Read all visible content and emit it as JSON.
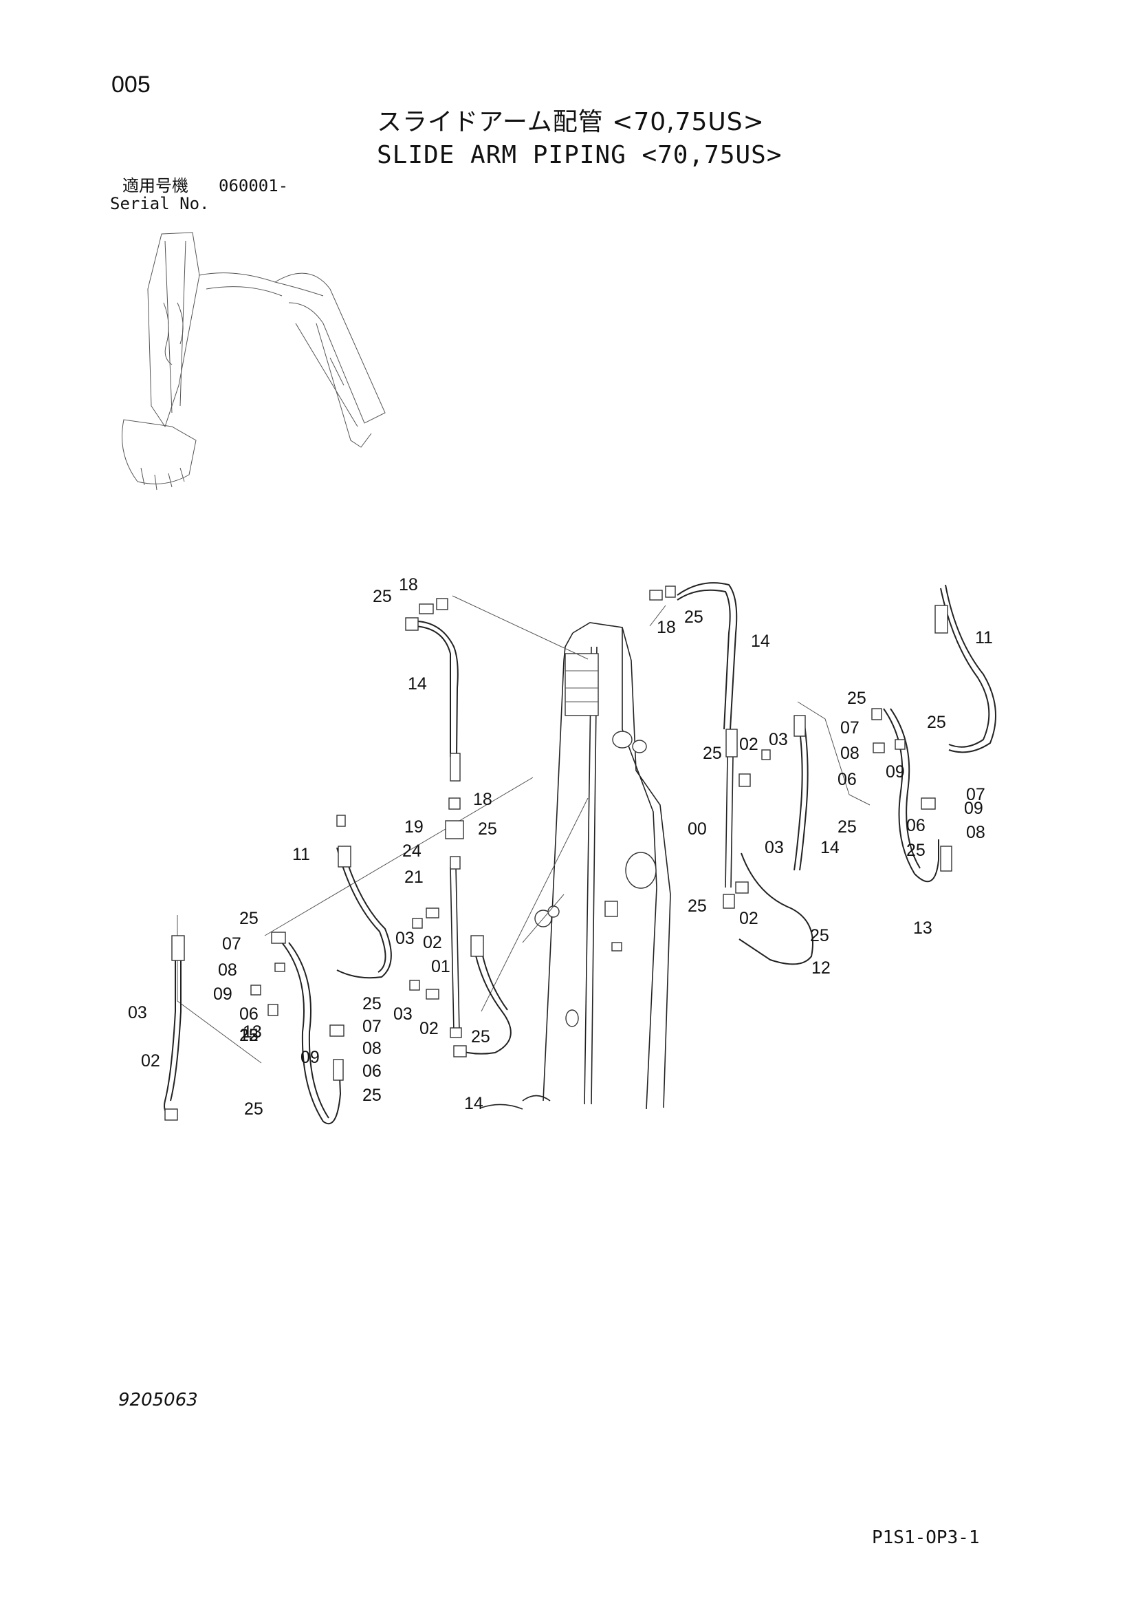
{
  "header": {
    "page_number": "005",
    "title_ja": "スライドアーム配管 <70,75US>",
    "title_en": "SLIDE ARM PIPING <70,75US>",
    "serial_label_ja": "適用号機",
    "serial_value": "060001-",
    "serial_label_en": "Serial No."
  },
  "footer": {
    "drawing_number": "9205063",
    "page_code": "P1S1-OP3-1"
  },
  "callouts": [
    "18",
    "25",
    "25",
    "18",
    "14",
    "14",
    "25",
    "07",
    "08",
    "09",
    "06",
    "25",
    "09",
    "08",
    "06",
    "07",
    "25",
    "11",
    "14",
    "25",
    "02",
    "03",
    "18",
    "19",
    "25",
    "24",
    "21",
    "00",
    "03",
    "11",
    "25",
    "02",
    "13",
    "03",
    "02",
    "25",
    "25",
    "12",
    "07",
    "08",
    "09",
    "06",
    "25",
    "03",
    "02",
    "01",
    "25",
    "07",
    "08",
    "25",
    "09",
    "06",
    "03",
    "02",
    "25",
    "14",
    "25",
    "12",
    "13",
    "25"
  ]
}
